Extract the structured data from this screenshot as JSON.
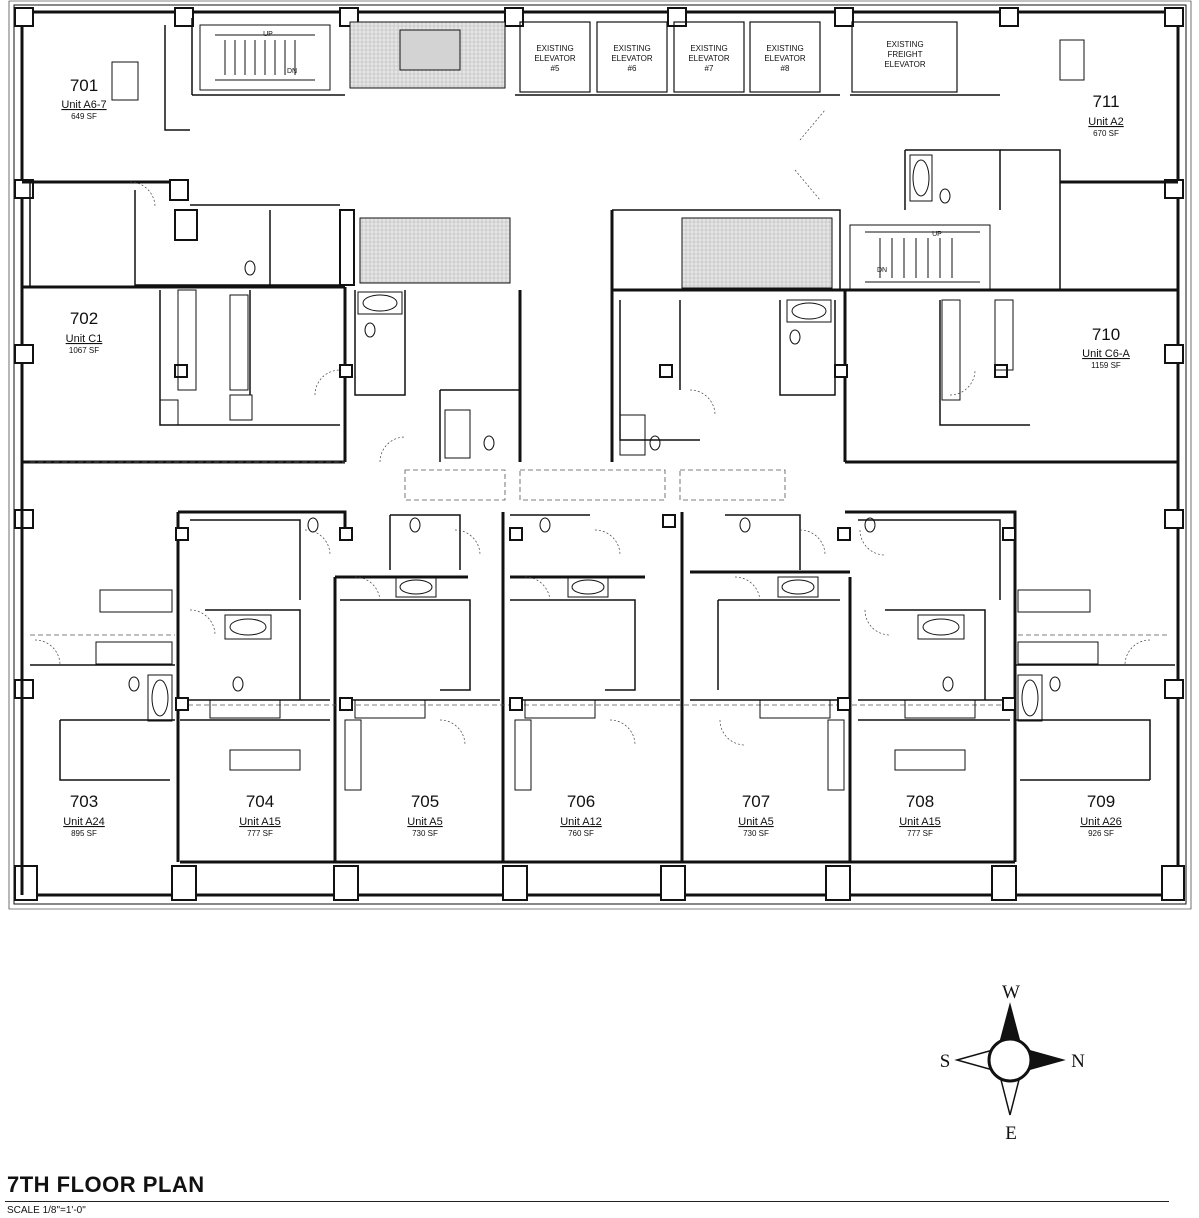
{
  "title": "7TH FLOOR PLAN",
  "scale": "SCALE 1/8\"=1'-0\"",
  "compass": {
    "top": "W",
    "right": "N",
    "bottom": "E",
    "left": "S"
  },
  "stairs": {
    "up": "UP",
    "down": "DN"
  },
  "elevators": [
    {
      "line1": "EXISTING",
      "line2": "ELEVATOR",
      "line3": "#5"
    },
    {
      "line1": "EXISTING",
      "line2": "ELEVATOR",
      "line3": "#6"
    },
    {
      "line1": "EXISTING",
      "line2": "ELEVATOR",
      "line3": "#7"
    },
    {
      "line1": "EXISTING",
      "line2": "ELEVATOR",
      "line3": "#8"
    },
    {
      "line1": "EXISTING",
      "line2": "FREIGHT",
      "line3": "ELEVATOR"
    }
  ],
  "units": [
    {
      "number": "701",
      "type": "Unit A6-7",
      "area": "649 SF"
    },
    {
      "number": "702",
      "type": "Unit C1",
      "area": "1067 SF"
    },
    {
      "number": "703",
      "type": "Unit A24",
      "area": "895 SF"
    },
    {
      "number": "704",
      "type": "Unit A15",
      "area": "777 SF"
    },
    {
      "number": "705",
      "type": "Unit A5",
      "area": "730 SF"
    },
    {
      "number": "706",
      "type": "Unit A12",
      "area": "760 SF"
    },
    {
      "number": "707",
      "type": "Unit A5",
      "area": "730 SF"
    },
    {
      "number": "708",
      "type": "Unit A15",
      "area": "777 SF"
    },
    {
      "number": "709",
      "type": "Unit A26",
      "area": "926 SF"
    },
    {
      "number": "710",
      "type": "Unit C6-A",
      "area": "1159 SF"
    },
    {
      "number": "711",
      "type": "Unit A2",
      "area": "670 SF"
    }
  ],
  "colors": {
    "wall": "#111111",
    "hatch": "#bbbbbb",
    "background": "#ffffff"
  }
}
